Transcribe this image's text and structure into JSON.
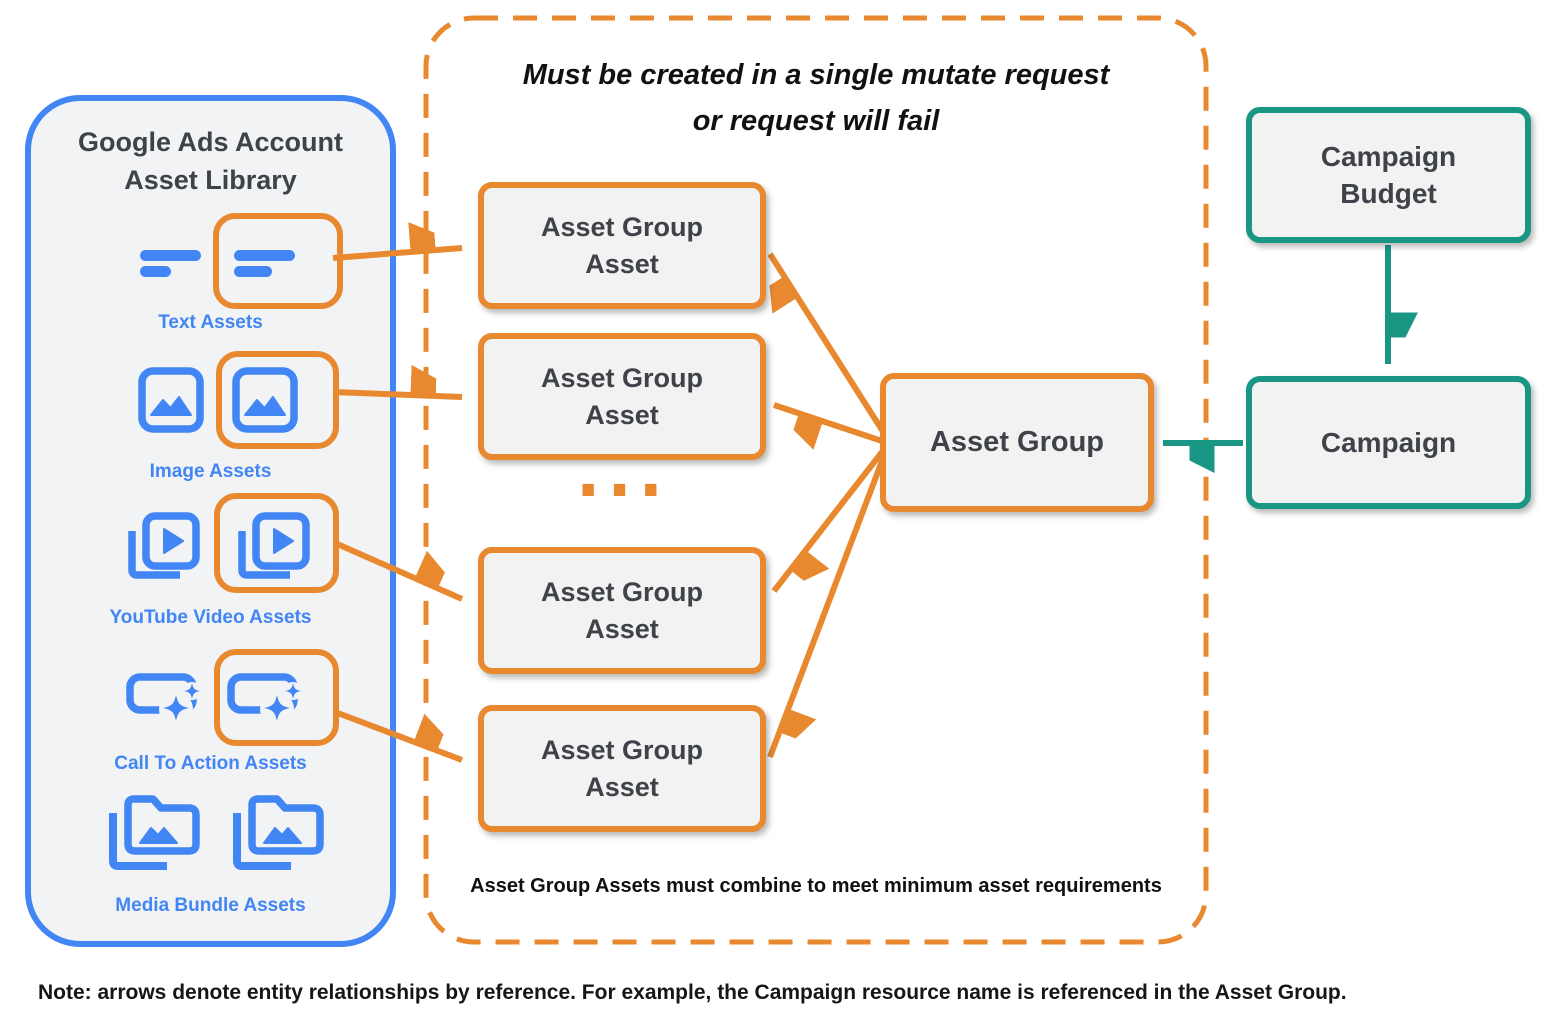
{
  "colors": {
    "orange": "#E8892F",
    "blue": "#4285F4",
    "teal": "#1A9685",
    "box_background": "#F2F2F2",
    "panel_background": "#F1F3F4",
    "dark_text": "#3F4349",
    "black_text": "#101113"
  },
  "library": {
    "title_line1": "Google Ads Account",
    "title_line2": "Asset Library",
    "asset_types": [
      {
        "label": "Text Assets",
        "icon": "text-asset-icon"
      },
      {
        "label": "Image Assets",
        "icon": "image-asset-icon"
      },
      {
        "label": "YouTube Video Assets",
        "icon": "youtube-video-asset-icon"
      },
      {
        "label": "Call To Action Assets",
        "icon": "call-to-action-asset-icon"
      },
      {
        "label": "Media Bundle Assets",
        "icon": "media-bundle-asset-icon"
      }
    ]
  },
  "mutate_group": {
    "title_line1": "Must be created in a single mutate request",
    "title_line2": "or request will fail",
    "asset_boxes": [
      {
        "line1": "Asset Group",
        "line2": "Asset"
      },
      {
        "line1": "Asset Group",
        "line2": "Asset"
      },
      {
        "line1": "Asset Group",
        "line2": "Asset"
      },
      {
        "line1": "Asset Group",
        "line2": "Asset"
      }
    ],
    "ellipsis": "...",
    "asset_group_label": "Asset Group",
    "footnote": "Asset Group Assets must combine to meet minimum asset requirements"
  },
  "campaign_hierarchy": {
    "budget_label_line1": "Campaign",
    "budget_label_line2": "Budget",
    "campaign_label": "Campaign"
  },
  "note": "Note: arrows denote entity relationships by reference. For example, the Campaign resource name is referenced in the Asset Group."
}
